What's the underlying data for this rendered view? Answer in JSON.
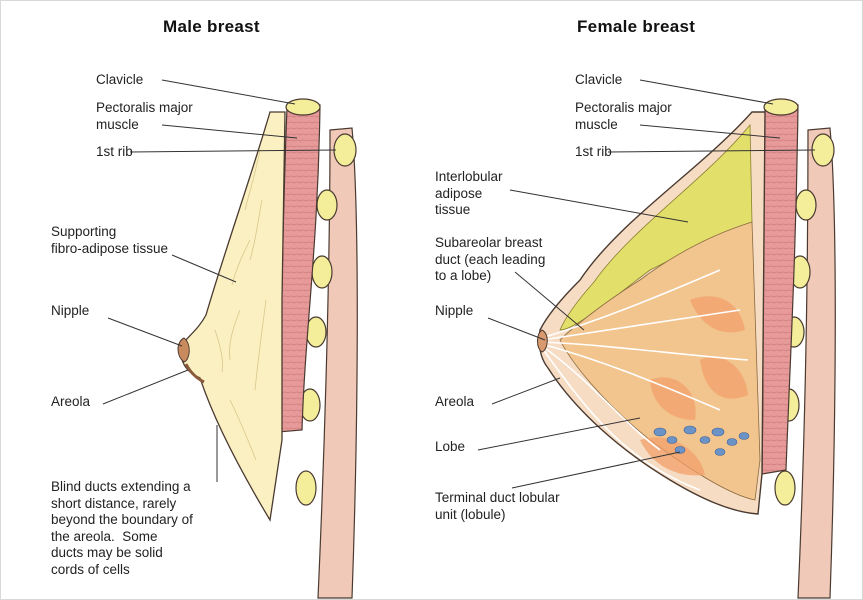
{
  "titles": {
    "male": "Male breast",
    "female": "Female breast"
  },
  "male_labels": {
    "clavicle": "Clavicle",
    "pectoralis": "Pectoralis major\nmuscle",
    "rib": "1st rib",
    "fibro": "Supporting\nfibro-adipose tissue",
    "nipple": "Nipple",
    "areola": "Areola",
    "blind_ducts": "Blind ducts extending a\nshort distance, rarely\nbeyond the boundary of\nthe areola.  Some\nducts may be solid\ncords of cells"
  },
  "female_labels": {
    "clavicle": "Clavicle",
    "pectoralis": "Pectoralis major\nmuscle",
    "rib": "1st rib",
    "interlobular": "Interlobular\nadipose\ntissue",
    "subareolar": "Subareolar breast\nduct (each leading\nto a lobe)",
    "nipple": "Nipple",
    "areola": "Areola",
    "lobe": "Lobe",
    "tdlu": "Terminal duct lobular\nunit (lobule)"
  },
  "colors": {
    "muscle": "#e79a9a",
    "muscle_dark": "#c86a6a",
    "bone": "#f4ee9a",
    "skin": "#f7dcc4",
    "fat_male": "#fbf0c2",
    "fat_female": "#e2df6a",
    "lobe": "#f2b27e",
    "lobule": "#6c93c6",
    "outline": "#4a3a30"
  }
}
